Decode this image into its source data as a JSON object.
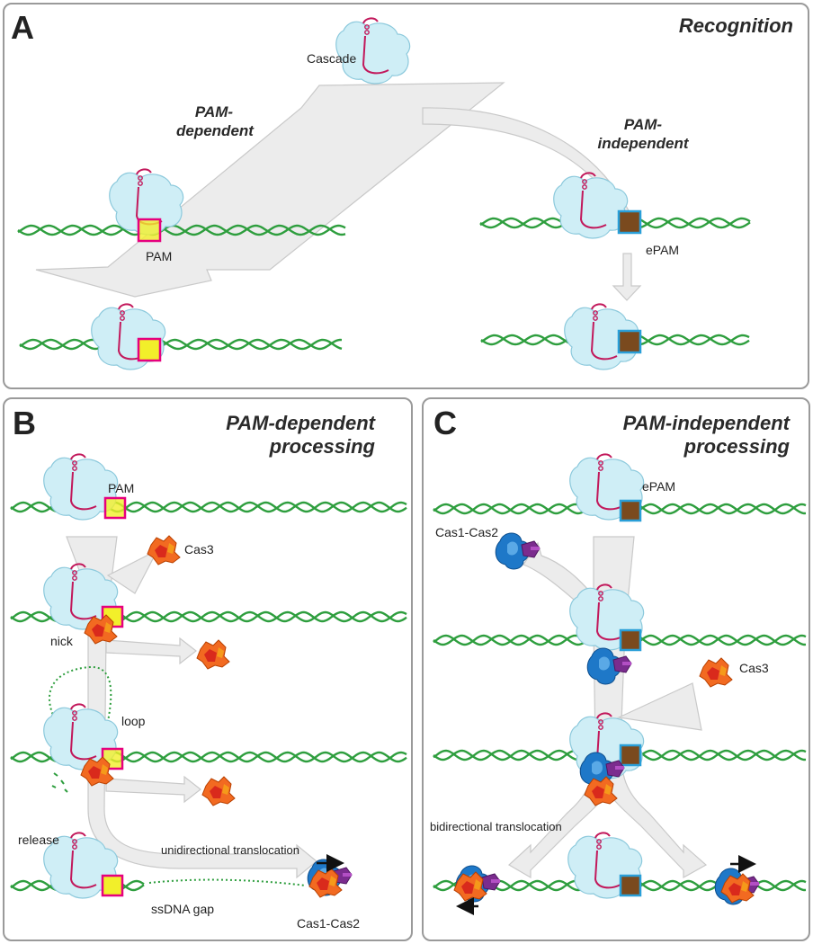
{
  "panel_a": {
    "letter": "A",
    "title": "Recognition",
    "cascade_label": "Cascade",
    "path_dependent": [
      "PAM-",
      "dependent"
    ],
    "path_independent": [
      "PAM-",
      "independent"
    ],
    "pam_label": "PAM",
    "epam_label": "ePAM"
  },
  "panel_b": {
    "letter": "B",
    "title": [
      "PAM-dependent",
      "processing"
    ],
    "pam_label": "PAM",
    "cas3_label": "Cas3",
    "nick_label": "nick",
    "loop_label": "loop",
    "release_label": "release",
    "translocation_label": "unidirectional translocation",
    "ssdna_label": "ssDNA gap",
    "cas12_label": "Cas1-Cas2"
  },
  "panel_c": {
    "letter": "C",
    "title": [
      "PAM-independent",
      "processing"
    ],
    "epam_label": "ePAM",
    "cas12_label": "Cas1-Cas2",
    "cas3_label": "Cas3",
    "translocation_label": "bidirectional translocation"
  },
  "colors": {
    "dna": "#2e9e3e",
    "crrna": "#c2185b",
    "cascade": "#cfeef6",
    "pam_box": "#e6007e",
    "pam_fill": "#f2ef2a",
    "epam_box": "#2a9fd8",
    "epam_fill": "#7a4a1e",
    "cas3": "#f26a21",
    "cas1": "#1e78c8",
    "cas2": "#7b2c8e",
    "arrow": "#ececec"
  }
}
